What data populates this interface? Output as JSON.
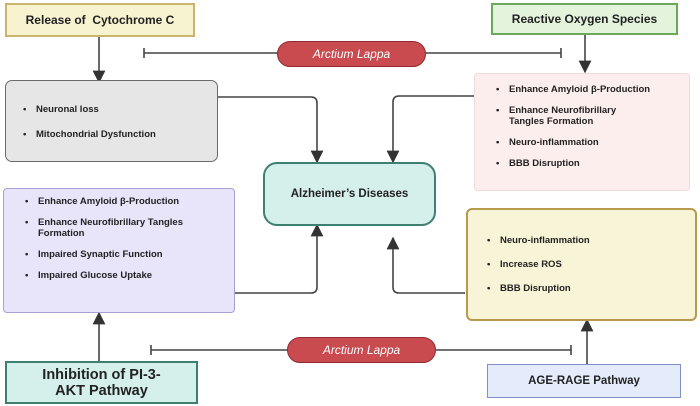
{
  "top_left": {
    "label": "Release of  Cytochrome C",
    "color": "#f7f2cf",
    "border": "#c9b56e"
  },
  "top_right": {
    "label": "Reactive Oxygen Species",
    "color": "#e3f3dc",
    "border": "#6aa85a"
  },
  "inhibitor_top": {
    "label": "Arctium Lappa",
    "color": "#c94a4f"
  },
  "inhibitor_bottom": {
    "label": "Arctium Lappa",
    "color": "#c94a4f"
  },
  "grey_box": {
    "items": [
      "Neuronal loss",
      "Mitochondrial Dysfunction"
    ],
    "color": "#e6e6e6",
    "border": "#6b6b6b"
  },
  "pink_box": {
    "items": [
      "Enhance Amyloid β-Production",
      "Enhance Neurofibrillary Tangles Formation",
      "Neuro-inflammation",
      "BBB Disruption"
    ],
    "color": "#fdeeee",
    "border": "#f2dada"
  },
  "center": {
    "label": "Alzheimer’s Diseases",
    "color": "#d5efeb",
    "border": "#3f7f72"
  },
  "purple_box": {
    "items": [
      "Enhance Amyloid β-Production",
      "Enhance Neurofibrillary Tangles Formation",
      "Impaired Synaptic Function",
      "Impaired Glucose Uptake"
    ],
    "color": "#e8e4fa",
    "border": "#a99fd6"
  },
  "yellow_box": {
    "items": [
      "Neuro-inflammation",
      "Increase ROS",
      "BBB Disruption"
    ],
    "color": "#f8f4d8",
    "border": "#b89a4d"
  },
  "bottom_left": {
    "label": "Inhibition of PI-3-AKT Pathway",
    "color": "#d5efeb",
    "border": "#3f7f72"
  },
  "bottom_right": {
    "label": "AGE-RAGE Pathway",
    "color": "#e4ebfa",
    "border": "#7f8fc8"
  }
}
